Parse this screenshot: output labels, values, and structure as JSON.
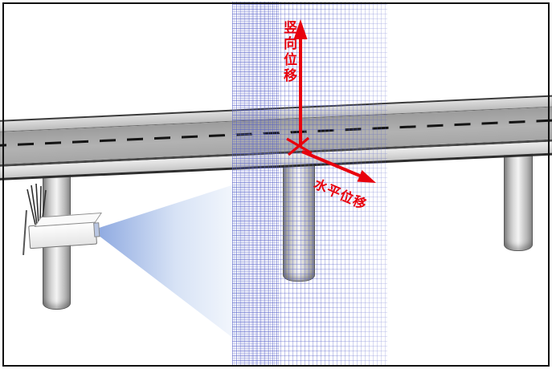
{
  "figure": {
    "type": "bridge-displacement-monitoring-diagram",
    "labels": {
      "vertical_displacement": "竖向位移",
      "horizontal_displacement": "水平位移"
    },
    "colors": {
      "annotation_red": "#e8000d",
      "grid_blue": "#5660c8",
      "beam_blue": "#688cd6",
      "road_gray": "#a8a8a8",
      "pier_gray": "#c8c8c8",
      "background": "#ffffff",
      "frame_border": "#111111"
    },
    "elements": {
      "sensor": "radar-displacement-sensor",
      "antennas": "antenna-array",
      "beam": "radar-beam",
      "target_plane": "virtual-measurement-grid",
      "marker": "measurement-point-cross",
      "bridge": "bridge-deck-with-piers"
    }
  }
}
